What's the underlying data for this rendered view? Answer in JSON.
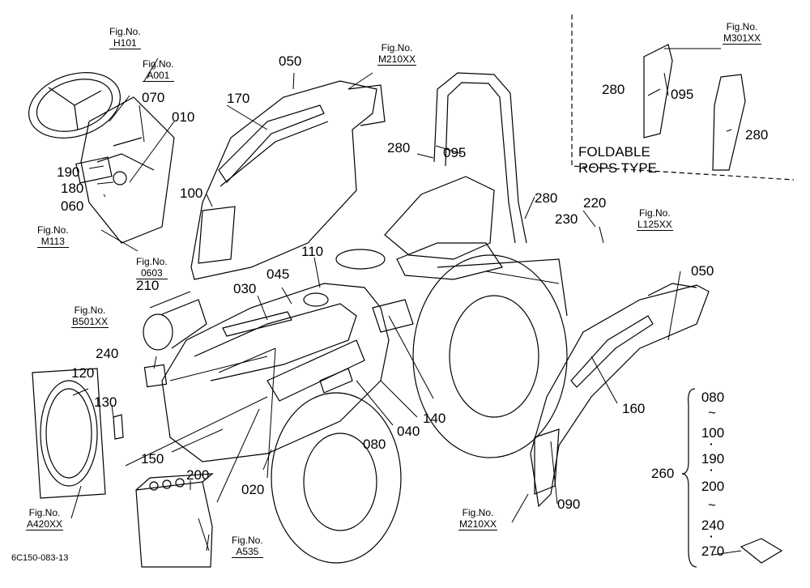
{
  "diagram": {
    "code": "6C150-083-13",
    "fig_prefix": "Fig.No.",
    "figs": {
      "h101": "H101",
      "a001": "A001",
      "m113": "M113",
      "m210_top": "M210XX",
      "m301": "M301XX",
      "l125": "L125XX",
      "f0603": "0603",
      "b501": "B501XX",
      "a420": "A420XX",
      "a535": "A535",
      "m210_bottom": "M210XX"
    },
    "foldable": {
      "line1": "FOLDABLE",
      "line2": "ROPS TYPE"
    },
    "parts": {
      "p010": "010",
      "p020": "020",
      "p030": "030",
      "p040": "040",
      "p045": "045",
      "p050a": "050",
      "p050b": "050",
      "p060": "060",
      "p070": "070",
      "p080a": "080",
      "p090": "090",
      "p095a": "095",
      "p095b": "095",
      "p100": "100",
      "p110": "110",
      "p120": "120",
      "p130": "130",
      "p140": "140",
      "p150": "150",
      "p160": "160",
      "p170": "170",
      "p180": "180",
      "p190": "190",
      "p200": "200",
      "p210": "210",
      "p220": "220",
      "p230": "230",
      "p240": "240",
      "p260": "260",
      "p280a": "280",
      "p280b": "280",
      "p280c": "280",
      "p280d": "280"
    },
    "range_list": {
      "s1": "080",
      "t1": "~",
      "s2": "100",
      "d1": "·",
      "s3": "190",
      "d2": "·",
      "s4": "200",
      "t2": "~",
      "s5": "240",
      "d3": "·",
      "s6": "270"
    }
  }
}
